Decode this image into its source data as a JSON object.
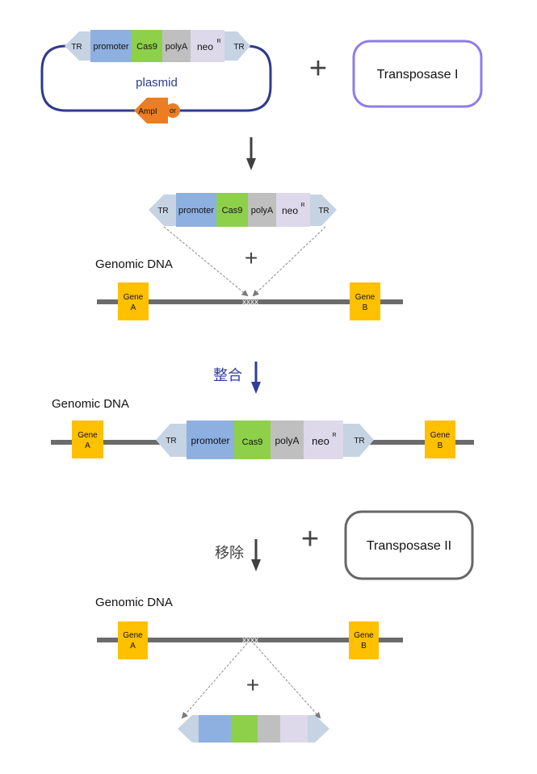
{
  "plasmid": {
    "tr_left": "TR",
    "promoter": "promoter",
    "cas9": "Cas9",
    "polya": "polyA",
    "neo": "neo",
    "neo_sup": "R",
    "tr_right": "TR",
    "name": "plasmid",
    "ampi": "AmpI",
    "ori": "or"
  },
  "plus_signs": [
    "+",
    "+",
    "+",
    "+"
  ],
  "transposase_1": "Transposase I",
  "transposase_2": "Transposase II",
  "transposon": {
    "tr_left": "TR",
    "promoter": "promoter",
    "cas9": "Cas9",
    "polya": "polyA",
    "neo": "neo",
    "neo_sup": "R",
    "tr_right": "TR"
  },
  "genomic_dna_label": "Genomic DNA",
  "gene_a": [
    "Gene",
    "A"
  ],
  "gene_b": [
    "Gene",
    "B"
  ],
  "target_site": "xxxx",
  "step_integrate": "整合",
  "step_remove": "移除",
  "colors": {
    "promoter": "#8eb0e0",
    "cas9": "#8ed04a",
    "polya": "#bfbfbf",
    "neo": "#ddd9ea",
    "tr": "#c5d3e3",
    "gene": "#ffc000",
    "dna": "#6b6b6b",
    "plasmid_ring": "#2e3b8c",
    "transposase_1_border": "#8f7ce8",
    "transposase_2_border": "#666666",
    "ampi": "#ec7d22",
    "arrow_dark": "#404040",
    "arrow_blue": "#2f3e99"
  }
}
